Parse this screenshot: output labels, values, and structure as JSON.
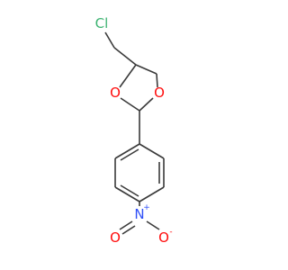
{
  "atoms": {
    "chlorine": "Cl",
    "ring_oxygen_left": "O",
    "ring_oxygen_right": "O",
    "nitrogen": "N",
    "nitrogen_charge": "+",
    "nitro_oxygen_double": "O",
    "nitro_oxygen_single": "O",
    "nitro_oxygen_charge": "-"
  },
  "colors": {
    "bond": "#3a3a3a",
    "chlorine": "#3cb371",
    "oxygen": "#ff0d0d",
    "nitrogen": "#3050f8"
  }
}
